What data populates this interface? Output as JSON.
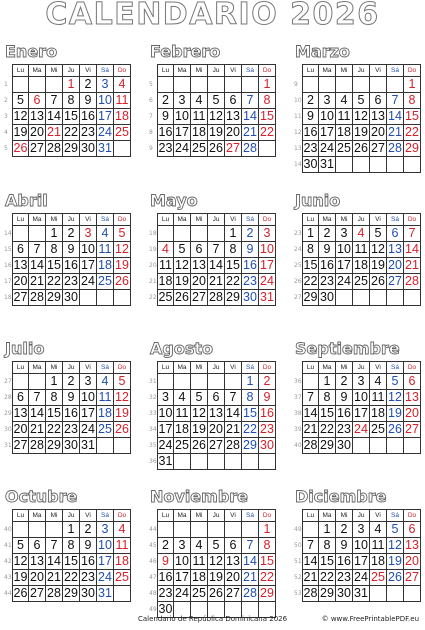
{
  "title": "CALENDARIO 2026",
  "footer": {
    "caption": "Calendario de República Dominicana 2026",
    "copyright": "© www.FreePrintablePDF.eu"
  },
  "weekdays": [
    "Lu",
    "Ma",
    "Mi",
    "Ju",
    "Vi",
    "Sá",
    "Do"
  ],
  "colors": {
    "saturday": "#1f4fb0",
    "sunday_holiday": "#d6202a",
    "text": "#111111"
  },
  "months": [
    {
      "name": "Enero",
      "startCol": 3,
      "days": 31,
      "startWeek": 1,
      "holidays": [
        1,
        6,
        21,
        26
      ]
    },
    {
      "name": "Febrero",
      "startCol": 6,
      "days": 28,
      "startWeek": 5,
      "holidays": [
        27
      ]
    },
    {
      "name": "Marzo",
      "startCol": 6,
      "days": 31,
      "startWeek": 9,
      "holidays": []
    },
    {
      "name": "Abril",
      "startCol": 2,
      "days": 30,
      "startWeek": 14,
      "holidays": [
        3
      ]
    },
    {
      "name": "Mayo",
      "startCol": 4,
      "days": 31,
      "startWeek": 18,
      "holidays": [
        4
      ]
    },
    {
      "name": "Junio",
      "startCol": 0,
      "days": 30,
      "startWeek": 23,
      "holidays": [
        4
      ]
    },
    {
      "name": "Julio",
      "startCol": 2,
      "days": 31,
      "startWeek": 27,
      "holidays": []
    },
    {
      "name": "Agosto",
      "startCol": 5,
      "days": 31,
      "startWeek": 31,
      "holidays": [
        16
      ]
    },
    {
      "name": "Septiembre",
      "startCol": 1,
      "days": 30,
      "startWeek": 36,
      "holidays": [
        24
      ]
    },
    {
      "name": "Octubre",
      "startCol": 3,
      "days": 31,
      "startWeek": 40,
      "holidays": []
    },
    {
      "name": "Noviembre",
      "startCol": 6,
      "days": 30,
      "startWeek": 44,
      "holidays": [
        9
      ]
    },
    {
      "name": "Diciembre",
      "startCol": 1,
      "days": 31,
      "startWeek": 49,
      "holidays": [
        25
      ]
    }
  ]
}
